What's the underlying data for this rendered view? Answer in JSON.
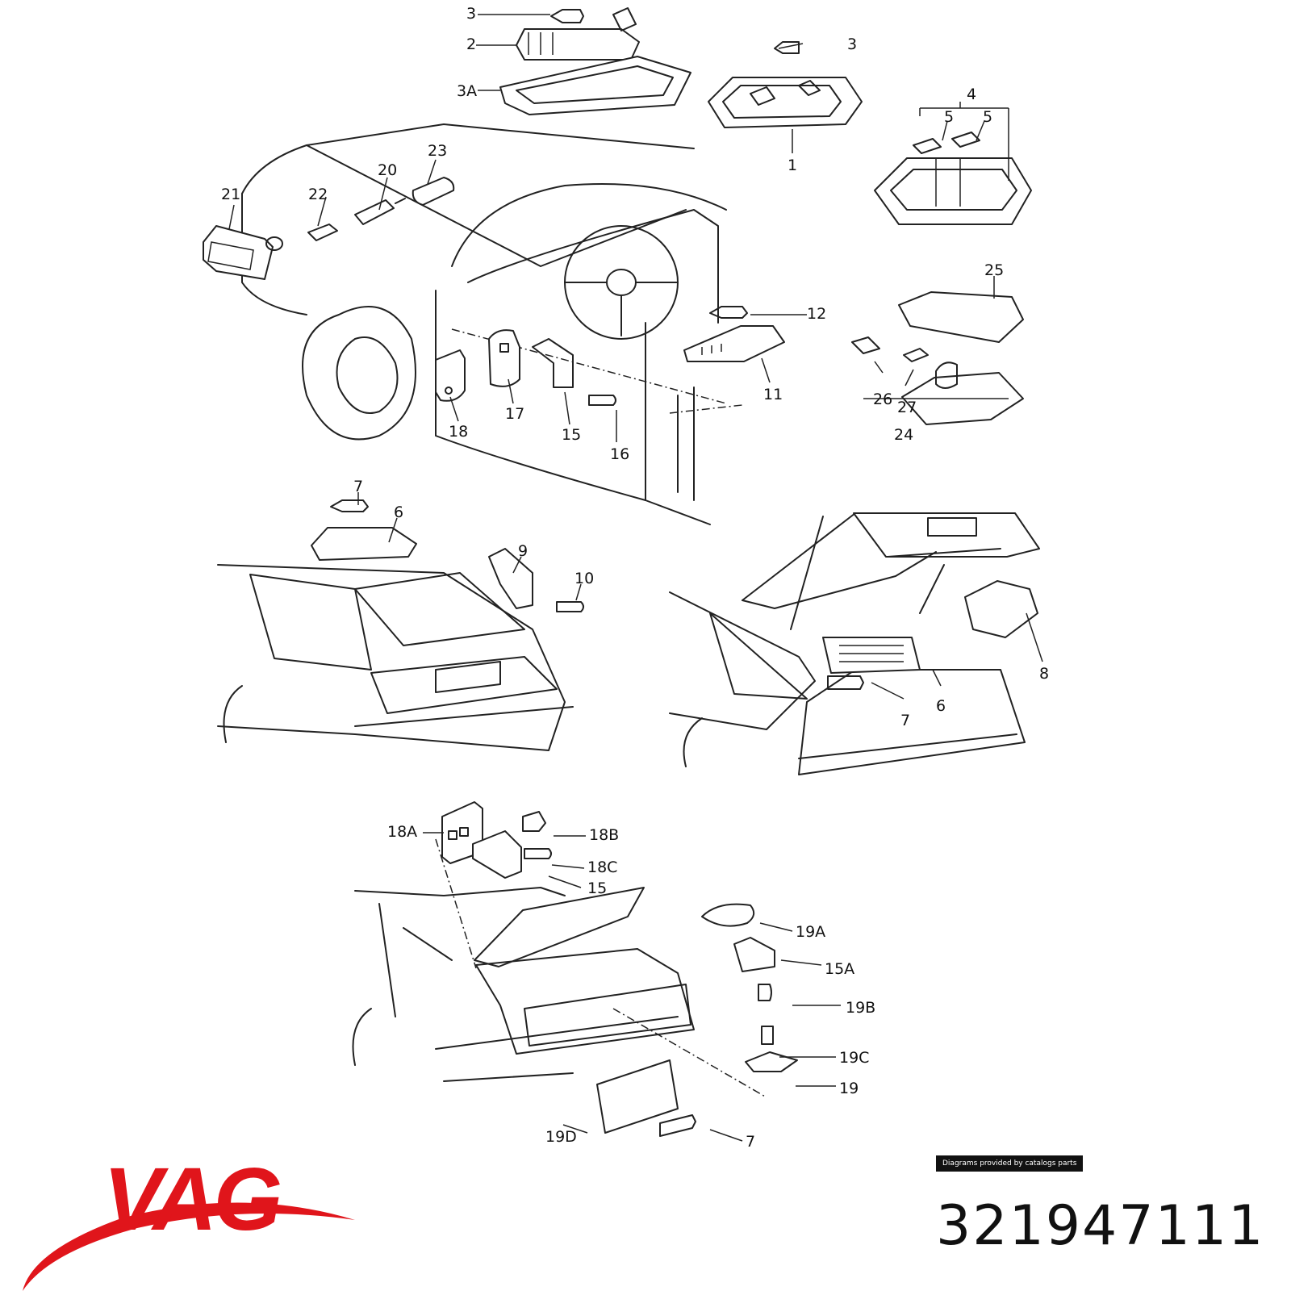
{
  "callouts": [
    {
      "id": "c1",
      "text": "3"
    },
    {
      "id": "c2",
      "text": "2"
    },
    {
      "id": "c3",
      "text": "3A"
    },
    {
      "id": "c4",
      "text": "3"
    },
    {
      "id": "c5",
      "text": "1"
    },
    {
      "id": "c6",
      "text": "4"
    },
    {
      "id": "c7",
      "text": "5"
    },
    {
      "id": "c8",
      "text": "5"
    },
    {
      "id": "c9",
      "text": "23"
    },
    {
      "id": "c10",
      "text": "20"
    },
    {
      "id": "c11",
      "text": "21"
    },
    {
      "id": "c12",
      "text": "22"
    },
    {
      "id": "c13",
      "text": "12"
    },
    {
      "id": "c14",
      "text": "11"
    },
    {
      "id": "c15",
      "text": "25"
    },
    {
      "id": "c16",
      "text": "26"
    },
    {
      "id": "c17",
      "text": "27"
    },
    {
      "id": "c18",
      "text": "24"
    },
    {
      "id": "c19",
      "text": "18"
    },
    {
      "id": "c20",
      "text": "17"
    },
    {
      "id": "c21",
      "text": "15"
    },
    {
      "id": "c22",
      "text": "16"
    },
    {
      "id": "c23",
      "text": "7"
    },
    {
      "id": "c24",
      "text": "6"
    },
    {
      "id": "c25",
      "text": "9"
    },
    {
      "id": "c26",
      "text": "10"
    },
    {
      "id": "c27",
      "text": "8"
    },
    {
      "id": "c28",
      "text": "6"
    },
    {
      "id": "c29",
      "text": "7"
    },
    {
      "id": "c30",
      "text": "18A"
    },
    {
      "id": "c31",
      "text": "18B"
    },
    {
      "id": "c32",
      "text": "18C"
    },
    {
      "id": "c33",
      "text": "15"
    },
    {
      "id": "c34",
      "text": "19A"
    },
    {
      "id": "c35",
      "text": "15A"
    },
    {
      "id": "c36",
      "text": "19B"
    },
    {
      "id": "c37",
      "text": "19C"
    },
    {
      "id": "c38",
      "text": "19"
    },
    {
      "id": "c39",
      "text": "19D"
    },
    {
      "id": "c40",
      "text": "7"
    }
  ],
  "credit": "Diagrams provided by catalogs parts",
  "logo": {
    "text": "VAG",
    "color": "#e0151b"
  },
  "part_number": "321947111"
}
